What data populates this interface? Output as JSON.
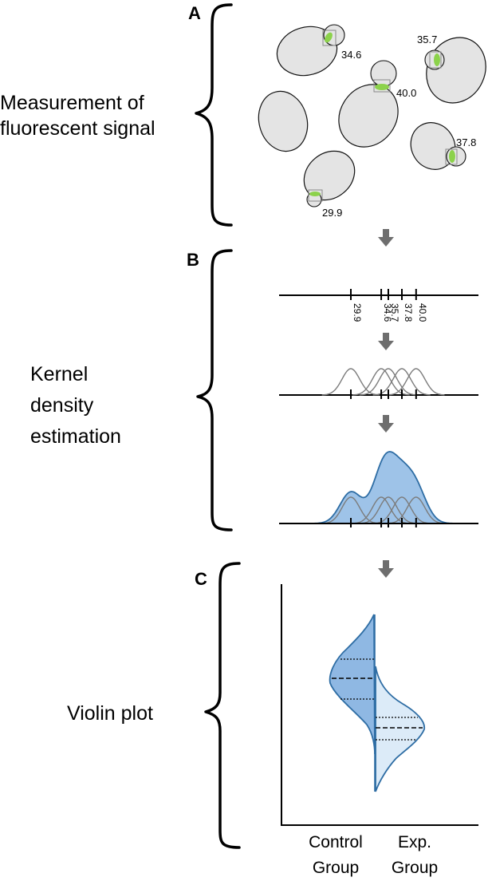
{
  "panels": {
    "a": {
      "letter": "A",
      "label_lines": [
        "Measurement of",
        "fluorescent signal"
      ],
      "measurements": [
        "34.6",
        "35.7",
        "40.0",
        "37.8",
        "29.9"
      ]
    },
    "b": {
      "letter": "B",
      "label_lines": [
        "Kernel",
        "density",
        "estimation"
      ],
      "values": [
        29.9,
        34.6,
        35.7,
        37.8,
        40.0
      ],
      "tick_labels": [
        "29.9",
        "34.6",
        "35.7",
        "37.8",
        "40.0"
      ]
    },
    "c": {
      "letter": "C",
      "label_lines": [
        "Violin plot"
      ],
      "groups": [
        {
          "label_lines": [
            "Control",
            "Group"
          ]
        },
        {
          "label_lines": [
            "Exp.",
            "Group"
          ]
        }
      ]
    }
  },
  "colors": {
    "cell_fill": "#e4e4e4",
    "fluor_spot": "#8cd24b",
    "density_fill": "#9ec3e8",
    "density_stroke": "#2e6da4",
    "violin_control_fill": "#8fb8e3",
    "violin_exp_fill": "#dcebf8",
    "arrow": "#6e6e6e"
  }
}
